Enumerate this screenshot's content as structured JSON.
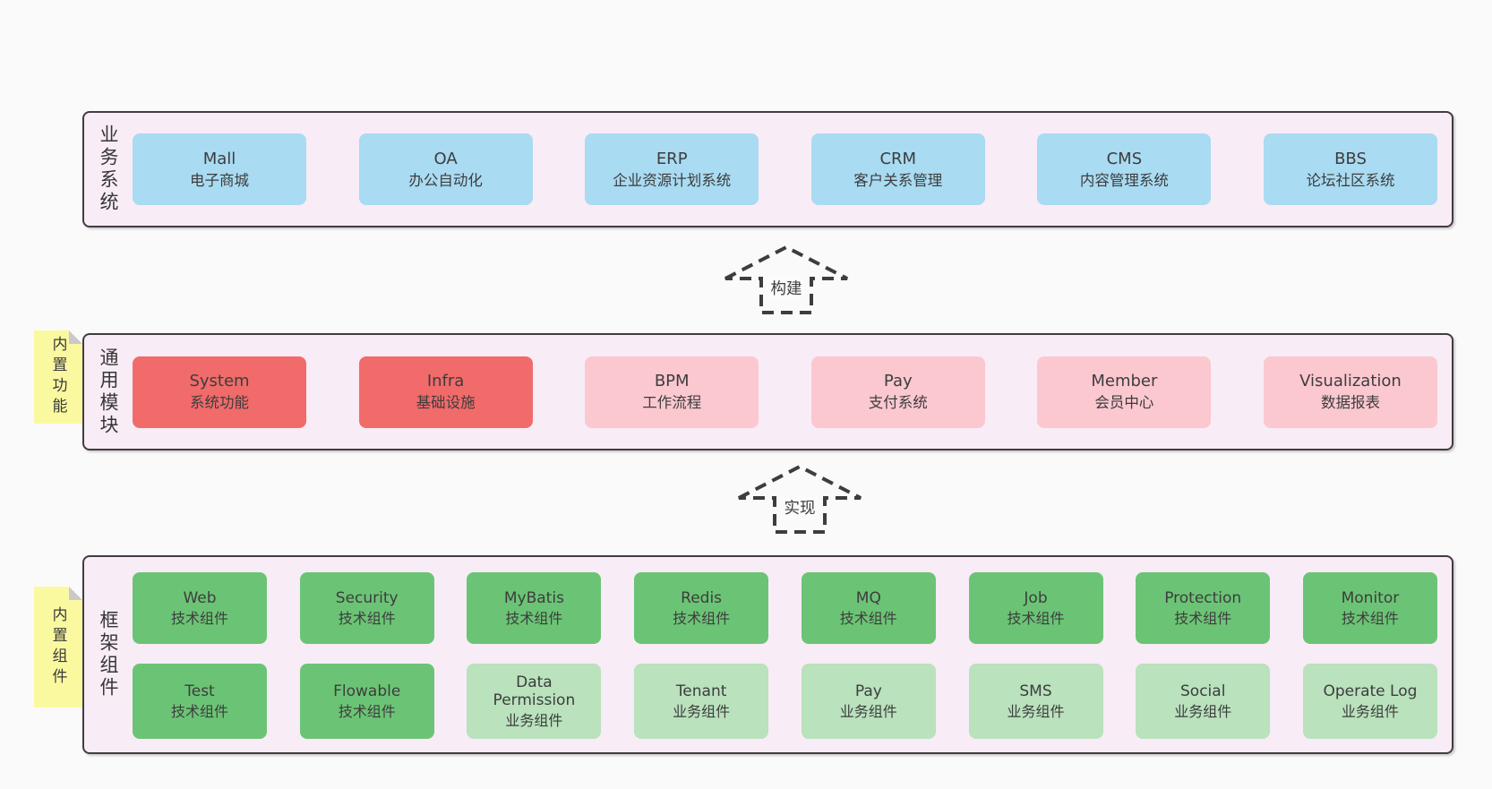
{
  "diagram": {
    "arrows": [
      {
        "label": "构建"
      },
      {
        "label": "实现"
      }
    ],
    "rows": [
      {
        "label": "业务系统",
        "boxes": [
          {
            "name": "Mall",
            "subtitle": "电子商城"
          },
          {
            "name": "OA",
            "subtitle": "办公自动化"
          },
          {
            "name": "ERP",
            "subtitle": "企业资源计划系统"
          },
          {
            "name": "CRM",
            "subtitle": "客户关系管理"
          },
          {
            "name": "CMS",
            "subtitle": "内容管理系统"
          },
          {
            "name": "BBS",
            "subtitle": "论坛社区系统"
          }
        ]
      },
      {
        "label": "通用模块",
        "note": "内置功能",
        "boxes": [
          {
            "name": "System",
            "subtitle": "系统功能"
          },
          {
            "name": "Infra",
            "subtitle": "基础设施"
          },
          {
            "name": "BPM",
            "subtitle": "工作流程"
          },
          {
            "name": "Pay",
            "subtitle": "支付系统"
          },
          {
            "name": "Member",
            "subtitle": "会员中心"
          },
          {
            "name": "Visualization",
            "subtitle": "数据报表"
          }
        ]
      },
      {
        "label": "框架组件",
        "note": "内置组件",
        "top_boxes": [
          {
            "name": "Web",
            "subtitle": "技术组件"
          },
          {
            "name": "Security",
            "subtitle": "技术组件"
          },
          {
            "name": "MyBatis",
            "subtitle": "技术组件"
          },
          {
            "name": "Redis",
            "subtitle": "技术组件"
          },
          {
            "name": "MQ",
            "subtitle": "技术组件"
          },
          {
            "name": "Job",
            "subtitle": "技术组件"
          },
          {
            "name": "Protection",
            "subtitle": "技术组件"
          },
          {
            "name": "Monitor",
            "subtitle": "技术组件"
          }
        ],
        "bottom_boxes": [
          {
            "name": "Test",
            "subtitle": "技术组件"
          },
          {
            "name": "Flowable",
            "subtitle": "技术组件"
          },
          {
            "name": "Data Permission",
            "subtitle": "业务组件"
          },
          {
            "name": "Tenant",
            "subtitle": "业务组件"
          },
          {
            "name": "Pay",
            "subtitle": "业务组件"
          },
          {
            "name": "SMS",
            "subtitle": "业务组件"
          },
          {
            "name": "Social",
            "subtitle": "业务组件"
          },
          {
            "name": "Operate Log",
            "subtitle": "业务组件"
          }
        ]
      }
    ],
    "colors": {
      "page_bg": "#fafafa",
      "layer_bg": "#f8ecf6",
      "layer_border": "#433b43",
      "business_box": "#a9dbf2",
      "core_module_box": "#f16b6b",
      "optional_module_box": "#fbc8d0",
      "tech_component_box": "#6bc475",
      "biz_component_box": "#b9e2bd",
      "note_bg": "#fbf9a0",
      "note_fold": "#c9c9c9",
      "text": "#3d3d3d"
    }
  }
}
